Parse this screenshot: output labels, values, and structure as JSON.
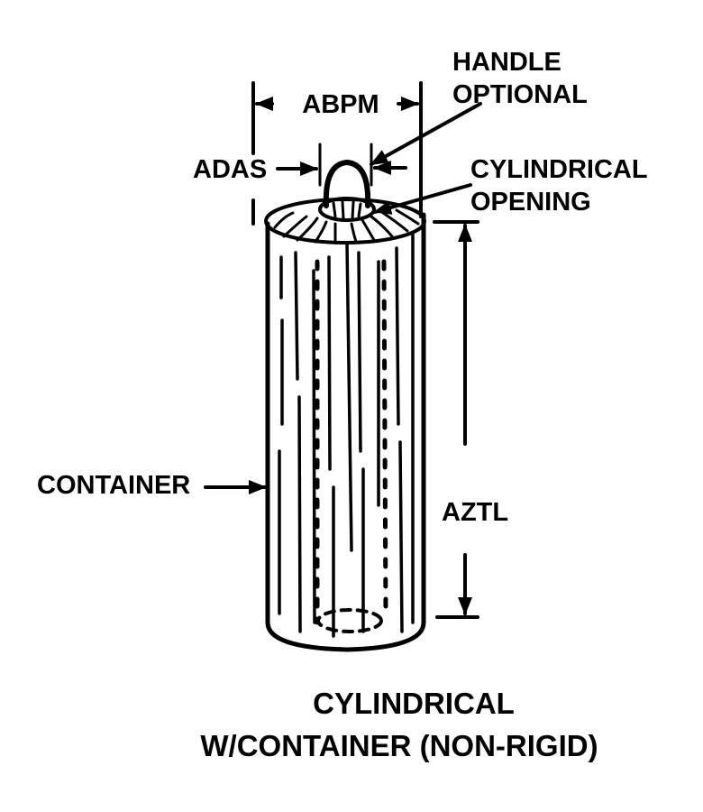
{
  "labels": {
    "abpm": "ABPM",
    "adas": "ADAS",
    "handle_line1": "HANDLE",
    "handle_line2": "OPTIONAL",
    "opening_line1": "CYLINDRICAL",
    "opening_line2": "OPENING",
    "container": "CONTAINER",
    "aztl": "AZTL"
  },
  "caption": {
    "line1": "CYLINDRICAL",
    "line2": "W/CONTAINER (NON-RIGID)"
  },
  "colors": {
    "ink": "#000000",
    "background": "#ffffff"
  }
}
